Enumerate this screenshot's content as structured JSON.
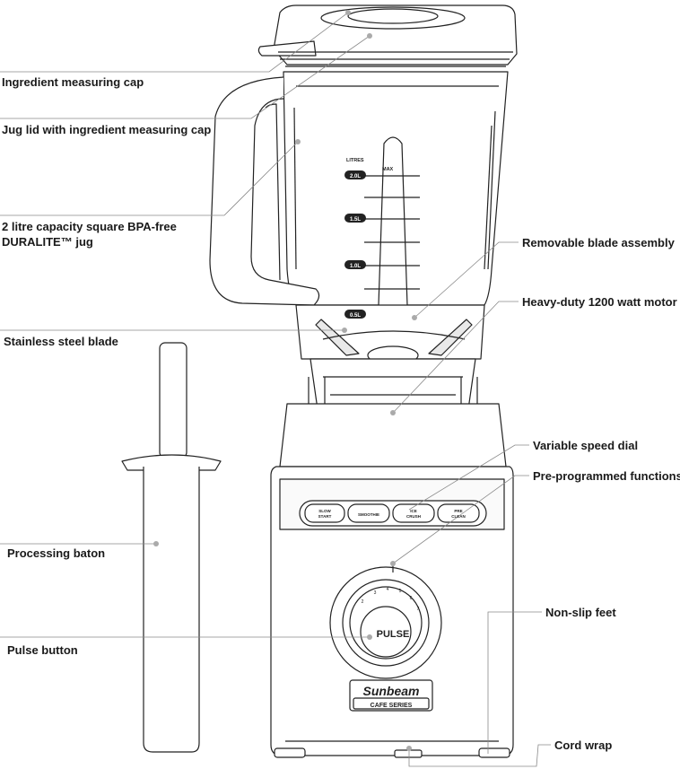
{
  "labels": {
    "measuring_cap": "Ingredient measuring cap",
    "jug_lid": "Jug lid with ingredient measuring cap",
    "jug_line1": "2 litre capacity square BPA-free",
    "jug_line2": "DURALITE™ jug",
    "blade": "Stainless steel blade",
    "baton": "Processing baton",
    "pulse_button": "Pulse button",
    "blade_assembly": "Removable blade assembly",
    "motor": "Heavy-duty 1200 watt motor",
    "speed_dial": "Variable speed dial",
    "functions": "Pre-programmed functions",
    "feet": "Non-slip feet",
    "cord_wrap": "Cord wrap"
  },
  "jug_markings": {
    "unit": "LITRES",
    "max": "MAX",
    "levels": [
      "2.0L",
      "1.5L",
      "1.0L",
      "0.5L"
    ]
  },
  "function_buttons": [
    {
      "line1": "SLOW",
      "line2": "START"
    },
    {
      "line1": "SMOOTHIE",
      "line2": ""
    },
    {
      "line1": "ICE",
      "line2": "CRUSH"
    },
    {
      "line1": "PRE",
      "line2": "CLEAN"
    }
  ],
  "pulse_label": "PULSE",
  "dial_numbers": [
    "2",
    "3",
    "4",
    "5",
    "6",
    "7"
  ],
  "brand": {
    "name": "Sunbeam",
    "series": "CAFE SERIES"
  }
}
